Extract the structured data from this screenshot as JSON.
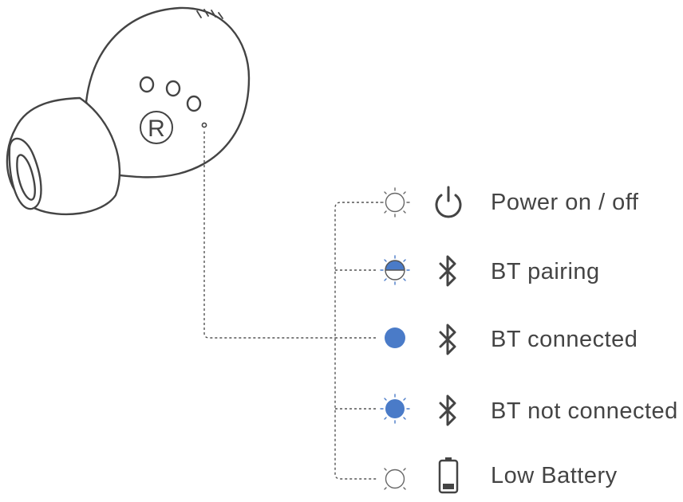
{
  "earbud": {
    "side_letter": "R",
    "outline_color": "#444444"
  },
  "legend": {
    "accent_color": "#4A7BC8",
    "rows": [
      {
        "led": "led-off-icon",
        "function": "power-icon",
        "label": "Power on / off"
      },
      {
        "led": "led-blue-half-icon",
        "function": "bluetooth-icon",
        "label": "BT pairing"
      },
      {
        "led": "led-blue-solid-icon",
        "function": "bluetooth-icon",
        "label": "BT connected"
      },
      {
        "led": "led-blue-blink-icon",
        "function": "bluetooth-icon",
        "label": "BT not connected"
      },
      {
        "led": "led-off-icon",
        "function": "battery-low-icon",
        "label": "Low Battery"
      }
    ]
  }
}
